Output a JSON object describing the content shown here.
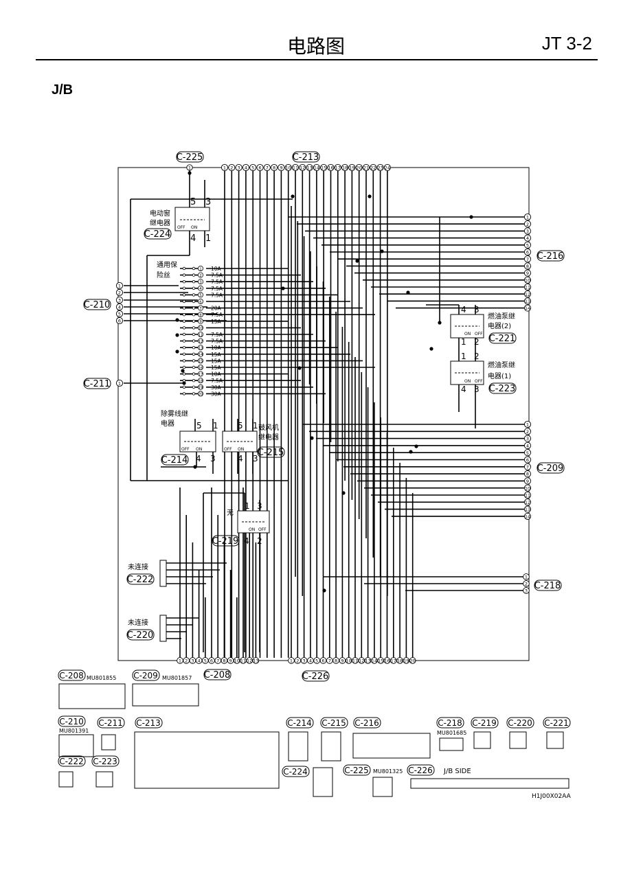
{
  "header": {
    "title": "电路图",
    "code": "JT 3-2"
  },
  "section": "J/B",
  "connectors": {
    "c225": "C-225",
    "c213": "C-213",
    "c210": "C-210",
    "c211": "C-211",
    "c224": "C-224",
    "c214": "C-214",
    "c215": "C-215",
    "c219": "C-219",
    "c222": "C-222",
    "c220": "C-220",
    "c208": "C-208",
    "c226": "C-226",
    "c216": "C-216",
    "c221": "C-221",
    "c223": "C-223",
    "c209": "C-209",
    "c218": "C-218"
  },
  "relays": {
    "power_window": "电动窗",
    "power_window2": "继电器",
    "defog": "除雾线继",
    "defog2": "电器",
    "blower": "鼓风机",
    "blower2": "继电器",
    "fuel2": "燃油泵继",
    "fuel2b": "电器(2)",
    "fuel1": "燃油泵继",
    "fuel1b": "电器(1)",
    "none": "无"
  },
  "fuse_block": {
    "label1": "通用保",
    "label2": "险丝"
  },
  "fuses": [
    {
      "n": "1",
      "r": "10A"
    },
    {
      "n": "2",
      "r": "7.5A"
    },
    {
      "n": "3",
      "r": "7.5A"
    },
    {
      "n": "4",
      "r": "7.5A"
    },
    {
      "n": "5",
      "r": "7.5A"
    },
    {
      "n": "6",
      "r": ""
    },
    {
      "n": "7",
      "r": "20A"
    },
    {
      "n": "8",
      "r": "7.5A"
    },
    {
      "n": "9",
      "r": "15A"
    },
    {
      "n": "10",
      "r": ""
    },
    {
      "n": "11",
      "r": "7.5A"
    },
    {
      "n": "12",
      "r": "7.5A"
    },
    {
      "n": "13",
      "r": "10A"
    },
    {
      "n": "14",
      "r": "15A"
    },
    {
      "n": "15",
      "r": "15A"
    },
    {
      "n": "16",
      "r": "15A"
    },
    {
      "n": "17",
      "r": "10A"
    },
    {
      "n": "18",
      "r": "7.5A"
    },
    {
      "n": "19",
      "r": "30A"
    },
    {
      "n": "20",
      "r": "30A"
    }
  ],
  "unconnected": "未连接",
  "switch": {
    "off": "OFF",
    "on": "ON"
  },
  "parts": {
    "c208": "MU801855",
    "c209": "MU801857",
    "c210": "MU801391",
    "c218": "MU801685",
    "c225": "MU801325",
    "c226_side": "J/B SIDE",
    "figure_id": "H1J00X02AA"
  }
}
